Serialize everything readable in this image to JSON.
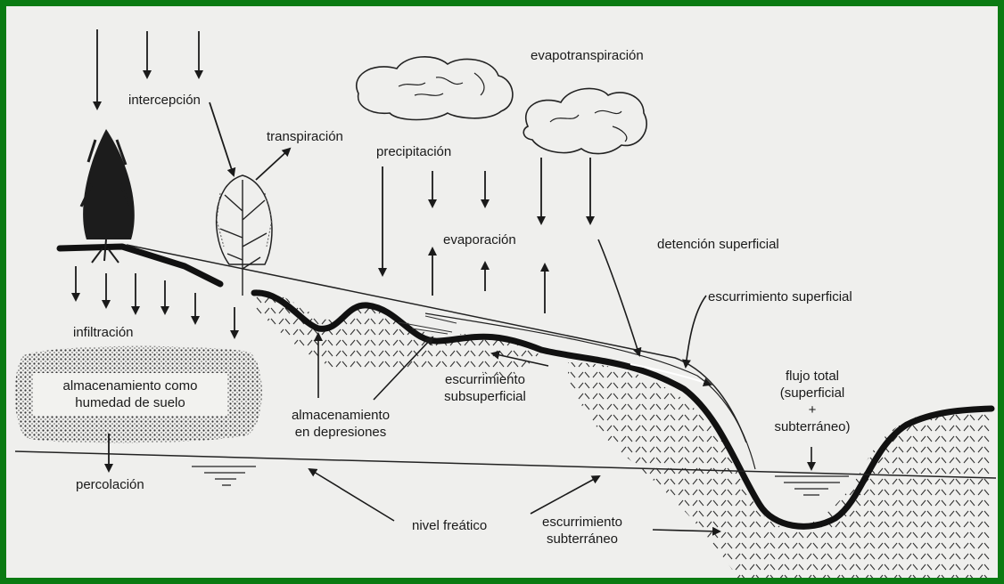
{
  "colors": {
    "frame": "#0a7a12",
    "paper": "#efefed",
    "ink": "#1a1a1a"
  },
  "labels": {
    "intercepcion": "intercepción",
    "transpiracion": "transpiración",
    "precipitacion": "precipitación",
    "evapotranspiracion": "evapotranspiración",
    "evaporacion": "evaporación",
    "detencion": "detención superficial",
    "escurrimiento_superficial": "escurrimiento superficial",
    "infiltracion": "infiltración",
    "almacenamiento_suelo_1": "almacenamiento como",
    "almacenamiento_suelo_2": "humedad de suelo",
    "escurrimiento_sub_1": "escurrimiento",
    "escurrimiento_sub_2": "subsuperficial",
    "almacenamiento_dep_1": "almacenamiento",
    "almacenamiento_dep_2": "en depresiones",
    "flujo_1": "flujo total",
    "flujo_2": "(superficial",
    "flujo_3": "+",
    "flujo_4": "subterráneo)",
    "percolacion": "percolación",
    "nivel_freatico": "nivel freático",
    "escurrimiento_subt_1": "escurrimiento",
    "escurrimiento_subt_2": "subterráneo"
  }
}
